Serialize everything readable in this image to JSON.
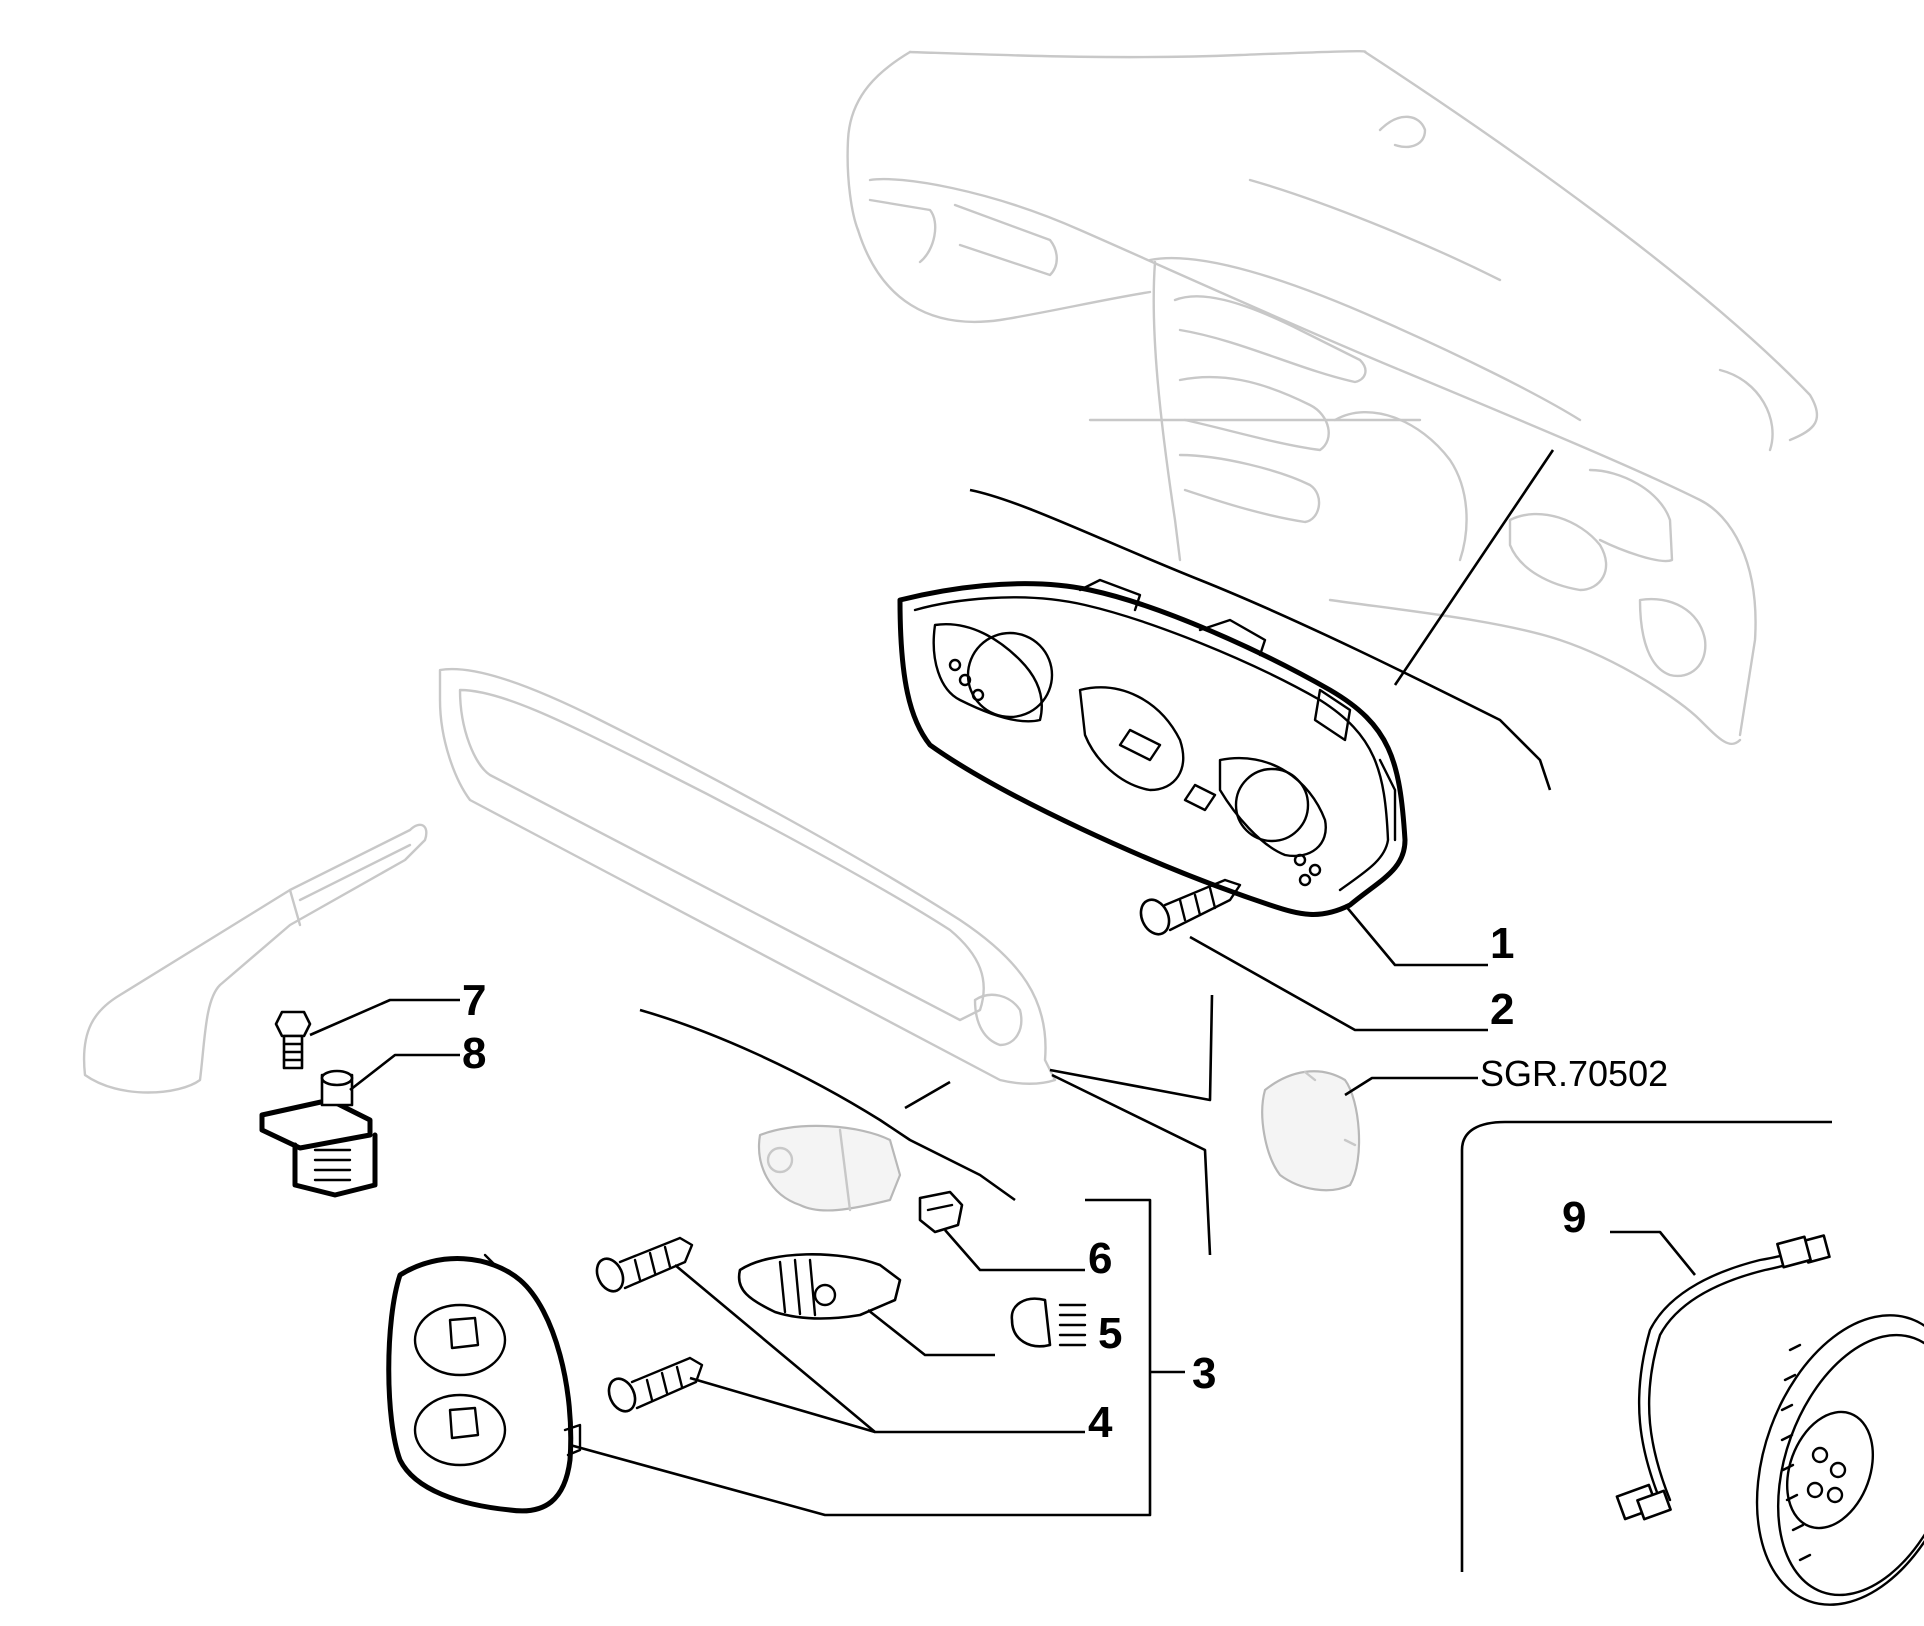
{
  "diagram": {
    "reference_code": "SGR.70502",
    "callouts": [
      {
        "id": "1",
        "label": "1"
      },
      {
        "id": "2",
        "label": "2"
      },
      {
        "id": "3",
        "label": "3"
      },
      {
        "id": "4",
        "label": "4"
      },
      {
        "id": "5",
        "label": "5"
      },
      {
        "id": "6",
        "label": "6"
      },
      {
        "id": "7",
        "label": "7"
      },
      {
        "id": "8",
        "label": "8"
      },
      {
        "id": "9",
        "label": "9"
      }
    ]
  }
}
